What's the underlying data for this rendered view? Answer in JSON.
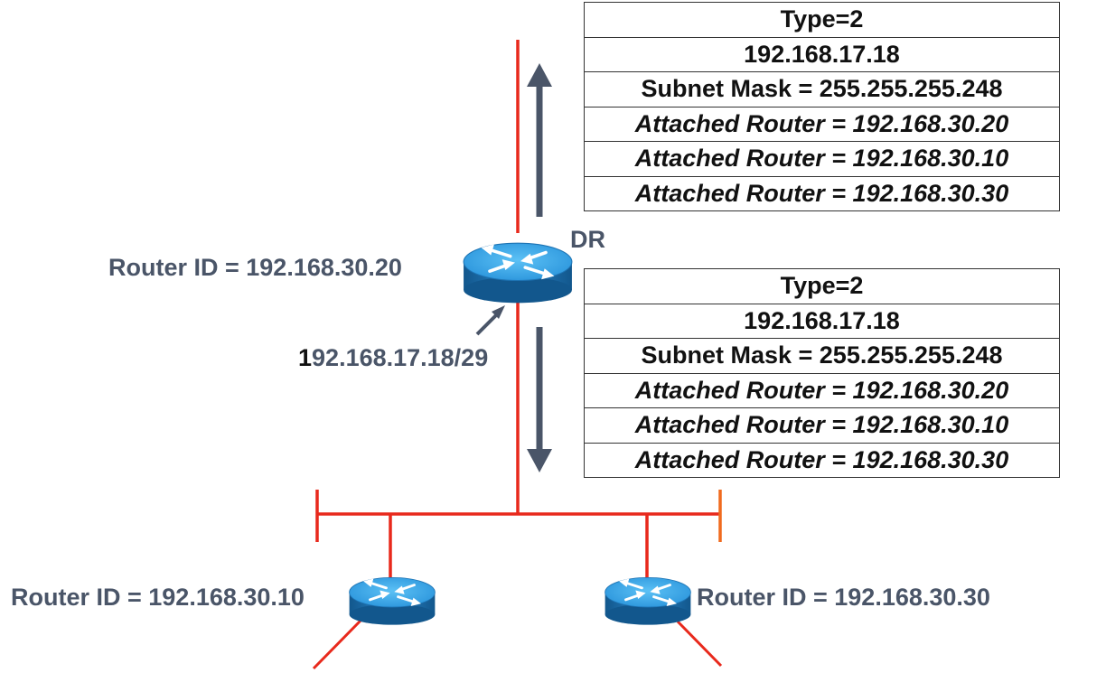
{
  "dr_router": {
    "label": "DR",
    "router_id_label": "Router ID = 192.168.30.20",
    "interface_ip_first": "1",
    "interface_ip_rest": "92.168.17.18/29"
  },
  "router_left": {
    "router_id_label": "Router ID = 192.168.30.10"
  },
  "router_right": {
    "router_id_label": "Router ID = 192.168.30.30"
  },
  "lsa_top": {
    "type": "Type=2",
    "link_state_id": "192.168.17.18",
    "subnet_mask": "Subnet Mask = 255.255.255.248",
    "attached_routers": [
      "Attached Router = 192.168.30.20",
      "Attached Router = 192.168.30.10",
      "Attached Router = 192.168.30.30"
    ]
  },
  "lsa_bottom": {
    "type": "Type=2",
    "link_state_id": "192.168.17.18",
    "subnet_mask": "Subnet Mask = 255.255.255.248",
    "attached_routers": [
      "Attached Router = 192.168.30.20",
      "Attached Router = 192.168.30.10",
      "Attached Router = 192.168.30.30"
    ]
  },
  "colors": {
    "link": "#e8291c",
    "link_orange": "#f06a1e",
    "arrow": "#4a5568",
    "router_top": "#2e9fe6",
    "router_side": "#1b6fae",
    "label_text": "#4a5568"
  },
  "icons": [
    "router-icon",
    "up-arrow-icon",
    "down-arrow-icon",
    "pointer-arrow-icon"
  ]
}
